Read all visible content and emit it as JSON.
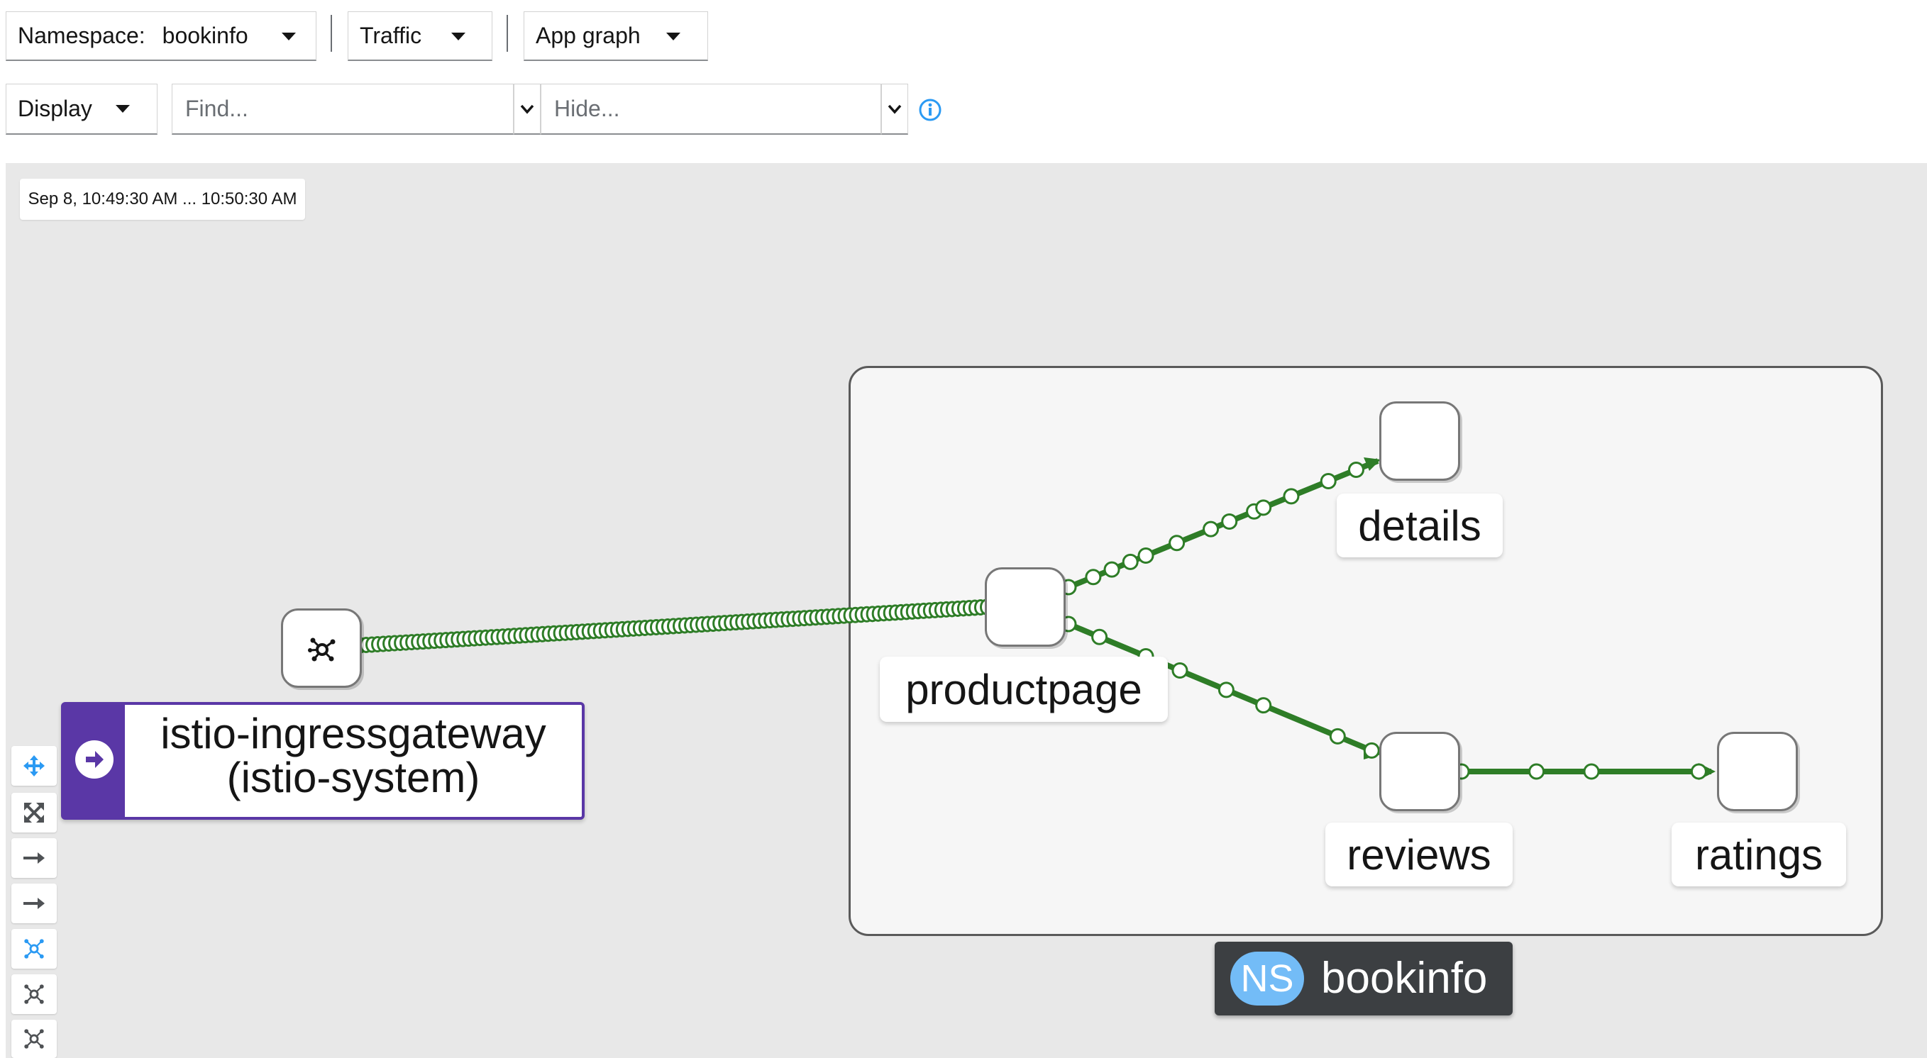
{
  "toolbar": {
    "namespace_label": "Namespace:",
    "namespace_value": "bookinfo",
    "traffic_label": "Traffic",
    "graph_type_label": "App graph",
    "display_label": "Display",
    "find_placeholder": "Find...",
    "hide_placeholder": "Hide..."
  },
  "graph": {
    "time_range": "Sep 8, 10:49:30 AM ... 10:50:30 AM",
    "namespace_badge": "NS",
    "namespace_name": "bookinfo",
    "nodes": {
      "gateway_line1": "istio-ingressgateway",
      "gateway_line2": "(istio-system)",
      "productpage": "productpage",
      "details": "details",
      "reviews": "reviews",
      "ratings": "ratings"
    },
    "edge_color": "#2e7d27",
    "gateway_color": "#5a37a6",
    "namespace_badge_color": "#73bcf7"
  },
  "side_toolbar": {
    "icons": [
      "pan-icon",
      "fit-icon",
      "layout-arrow-icon",
      "layout-arrow-2-icon",
      "graph-layout-icon",
      "graph-layout-2-icon",
      "graph-layout-3-icon"
    ]
  }
}
